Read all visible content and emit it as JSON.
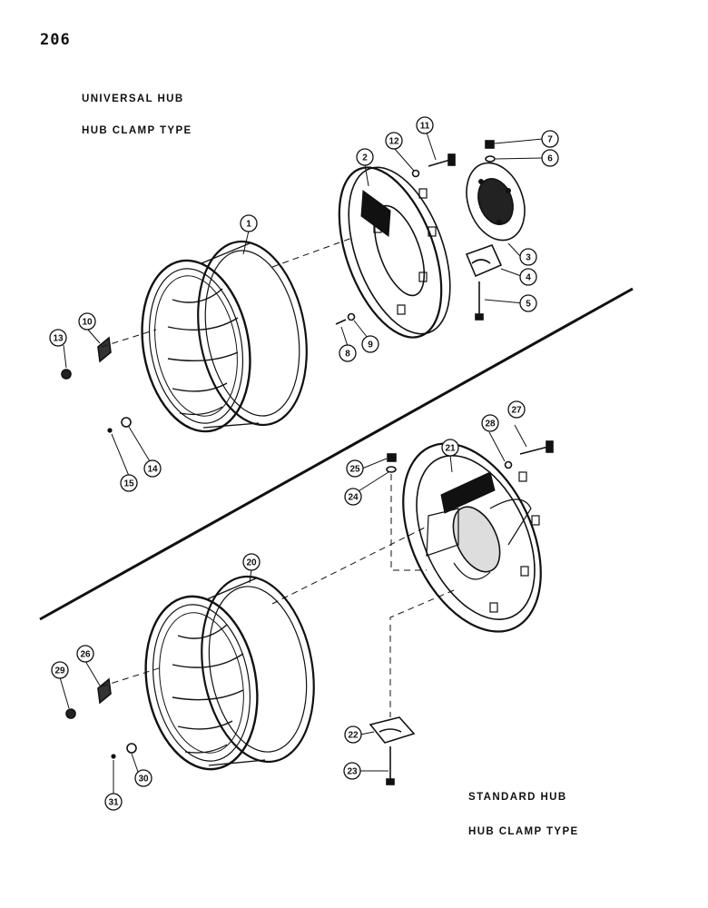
{
  "page": {
    "number": "206"
  },
  "headings": {
    "universal_hub": "UNIVERSAL HUB",
    "universal_hub_type": "HUB CLAMP TYPE",
    "standard_hub": "STANDARD HUB",
    "standard_hub_type": "HUB CLAMP TYPE"
  },
  "callouts": [
    "1",
    "2",
    "3",
    "4",
    "5",
    "6",
    "7",
    "8",
    "9",
    "10",
    "11",
    "12",
    "13",
    "14",
    "15",
    "20",
    "21",
    "22",
    "23",
    "24",
    "25",
    "26",
    "27",
    "28",
    "29",
    "30",
    "31"
  ],
  "colors": {
    "ink": "#111111",
    "paper": "#ffffff"
  }
}
